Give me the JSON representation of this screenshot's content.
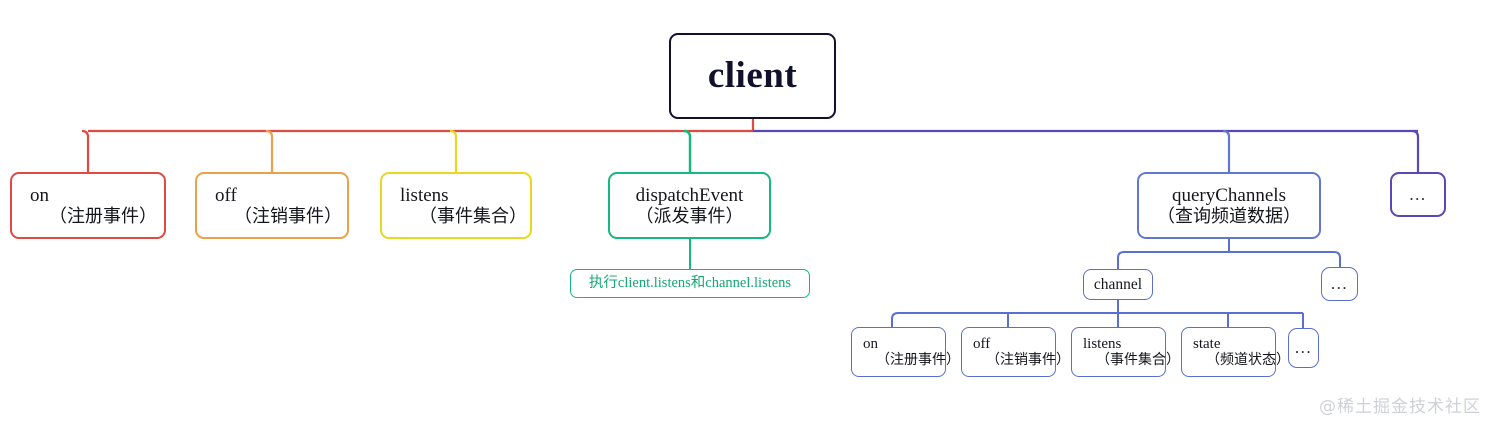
{
  "diagram": {
    "type": "mindmap-tree",
    "orientation": "top-down",
    "root": {
      "label": "client",
      "border_color": "#11112b"
    },
    "level1": [
      {
        "name": "on",
        "label": "on",
        "sub": "（注册事件）",
        "color": "#e04a42"
      },
      {
        "name": "off",
        "label": "off",
        "sub": "（注销事件）",
        "color": "#eaa14b"
      },
      {
        "name": "listens",
        "label": "listens",
        "sub": "（事件集合）",
        "color": "#e9d822"
      },
      {
        "name": "dispatchEvent",
        "label": "dispatchEvent",
        "sub": "（派发事件）",
        "color": "#15b87d"
      },
      {
        "name": "queryChannels",
        "label": "queryChannels",
        "sub": "（查询频道数据）",
        "color": "#6277d2"
      },
      {
        "name": "more",
        "label": "...",
        "sub": "",
        "color": "#5848b8"
      }
    ],
    "dispatch_note": {
      "label": "执行client.listens和channel.listens",
      "color": "#14a873"
    },
    "query_children": [
      {
        "name": "channel",
        "label": "channel",
        "color": "#5a6fd0"
      },
      {
        "name": "more",
        "label": "...",
        "color": "#5a6fd0"
      }
    ],
    "channel_children": [
      {
        "name": "on",
        "label": "on",
        "sub": "（注册事件）",
        "color": "#5a6fd0"
      },
      {
        "name": "off",
        "label": "off",
        "sub": "（注销事件）",
        "color": "#5a6fd0"
      },
      {
        "name": "listens",
        "label": "listens",
        "sub": "（事件集合）",
        "color": "#5a6fd0"
      },
      {
        "name": "state",
        "label": "state",
        "sub": "（频道状态）",
        "color": "#5a6fd0"
      },
      {
        "name": "more",
        "label": "...",
        "sub": "",
        "color": "#5a6fd0"
      }
    ],
    "watermark": "@稀土掘金技术社区"
  }
}
